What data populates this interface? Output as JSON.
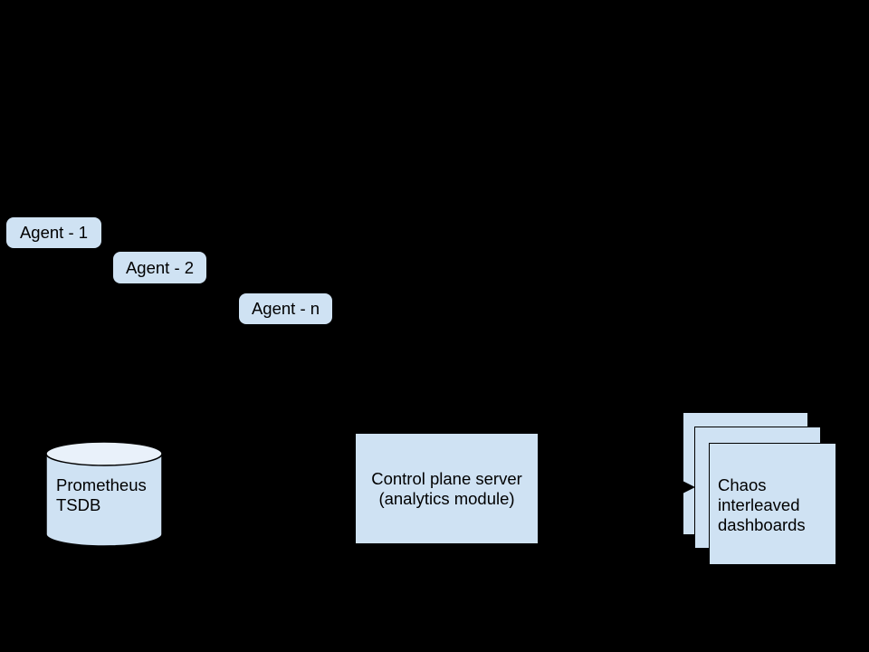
{
  "diagram": {
    "background_color": "#000000",
    "palette": {
      "node_fill": "#cfe2f3",
      "cylinder_top_fill": "#e9f1fa",
      "shape_stroke": "#000000",
      "text_color": "#000000",
      "arrow_color": "#000000"
    },
    "agents": [
      {
        "label": "Agent - 1"
      },
      {
        "label": "Agent - 2"
      },
      {
        "label": "Agent - n"
      }
    ],
    "prometheus": {
      "label": "Prometheus\nTSDB",
      "shape": "cylinder"
    },
    "control_plane": {
      "label": "Control plane server\n(analytics module)",
      "shape": "rectangle"
    },
    "dashboards": {
      "label": "Chaos\ninterleaved\ndashboards",
      "shape": "stacked-cards",
      "stack_count": 3
    },
    "connector": {
      "type": "arrow",
      "direction": "right",
      "target": "dashboards"
    }
  }
}
